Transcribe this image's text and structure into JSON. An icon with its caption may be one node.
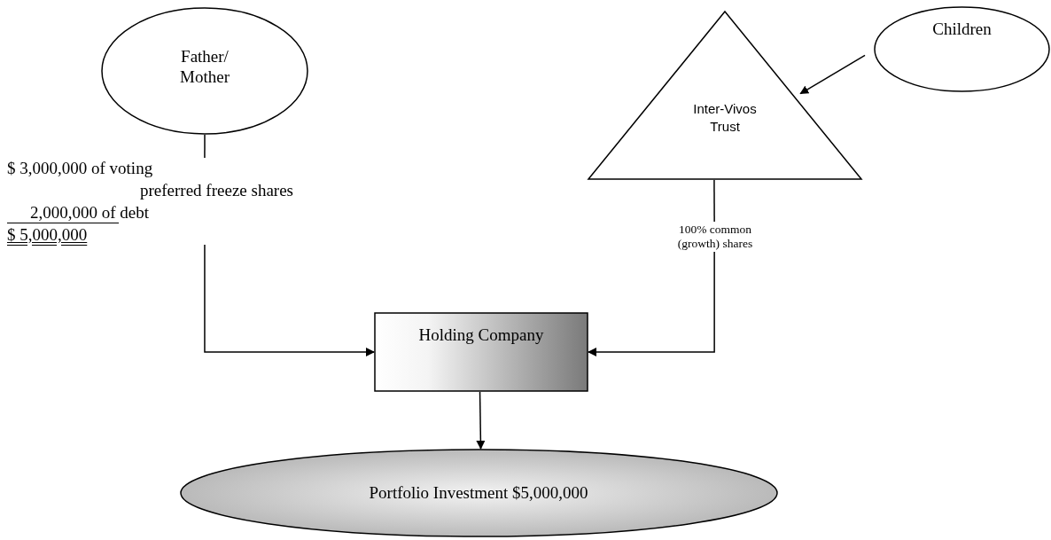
{
  "diagram": {
    "nodes": [
      {
        "text": [
          "Father/ Mother"
        ]
      },
      {
        "text": [
          "Children"
        ]
      },
      {
        "text": [
          "Inter-Vivos Trust"
        ]
      },
      {
        "text": [
          "Holding Company"
        ]
      },
      {
        "text": [
          "Portfolio Investment $5,000,000"
        ]
      },
      {
        "text": [
          "$ 3,000,000 of voting",
          "preferred freeze shares",
          "2,000,000 of debt",
          "$ 5,000,000"
        ]
      },
      {
        "text": [
          "100% common (growth) shares"
        ]
      }
    ],
    "edges": [
      {
        "from": 0,
        "to": 5,
        "arrow": "none"
      },
      {
        "from": 5,
        "to": 3,
        "arrow": "to"
      },
      {
        "from": 1,
        "to": 2,
        "arrow": "to"
      },
      {
        "from": 2,
        "to": 6,
        "arrow": "none"
      },
      {
        "from": 6,
        "to": 3,
        "arrow": "to"
      },
      {
        "from": 3,
        "to": 4,
        "arrow": "to"
      }
    ]
  }
}
